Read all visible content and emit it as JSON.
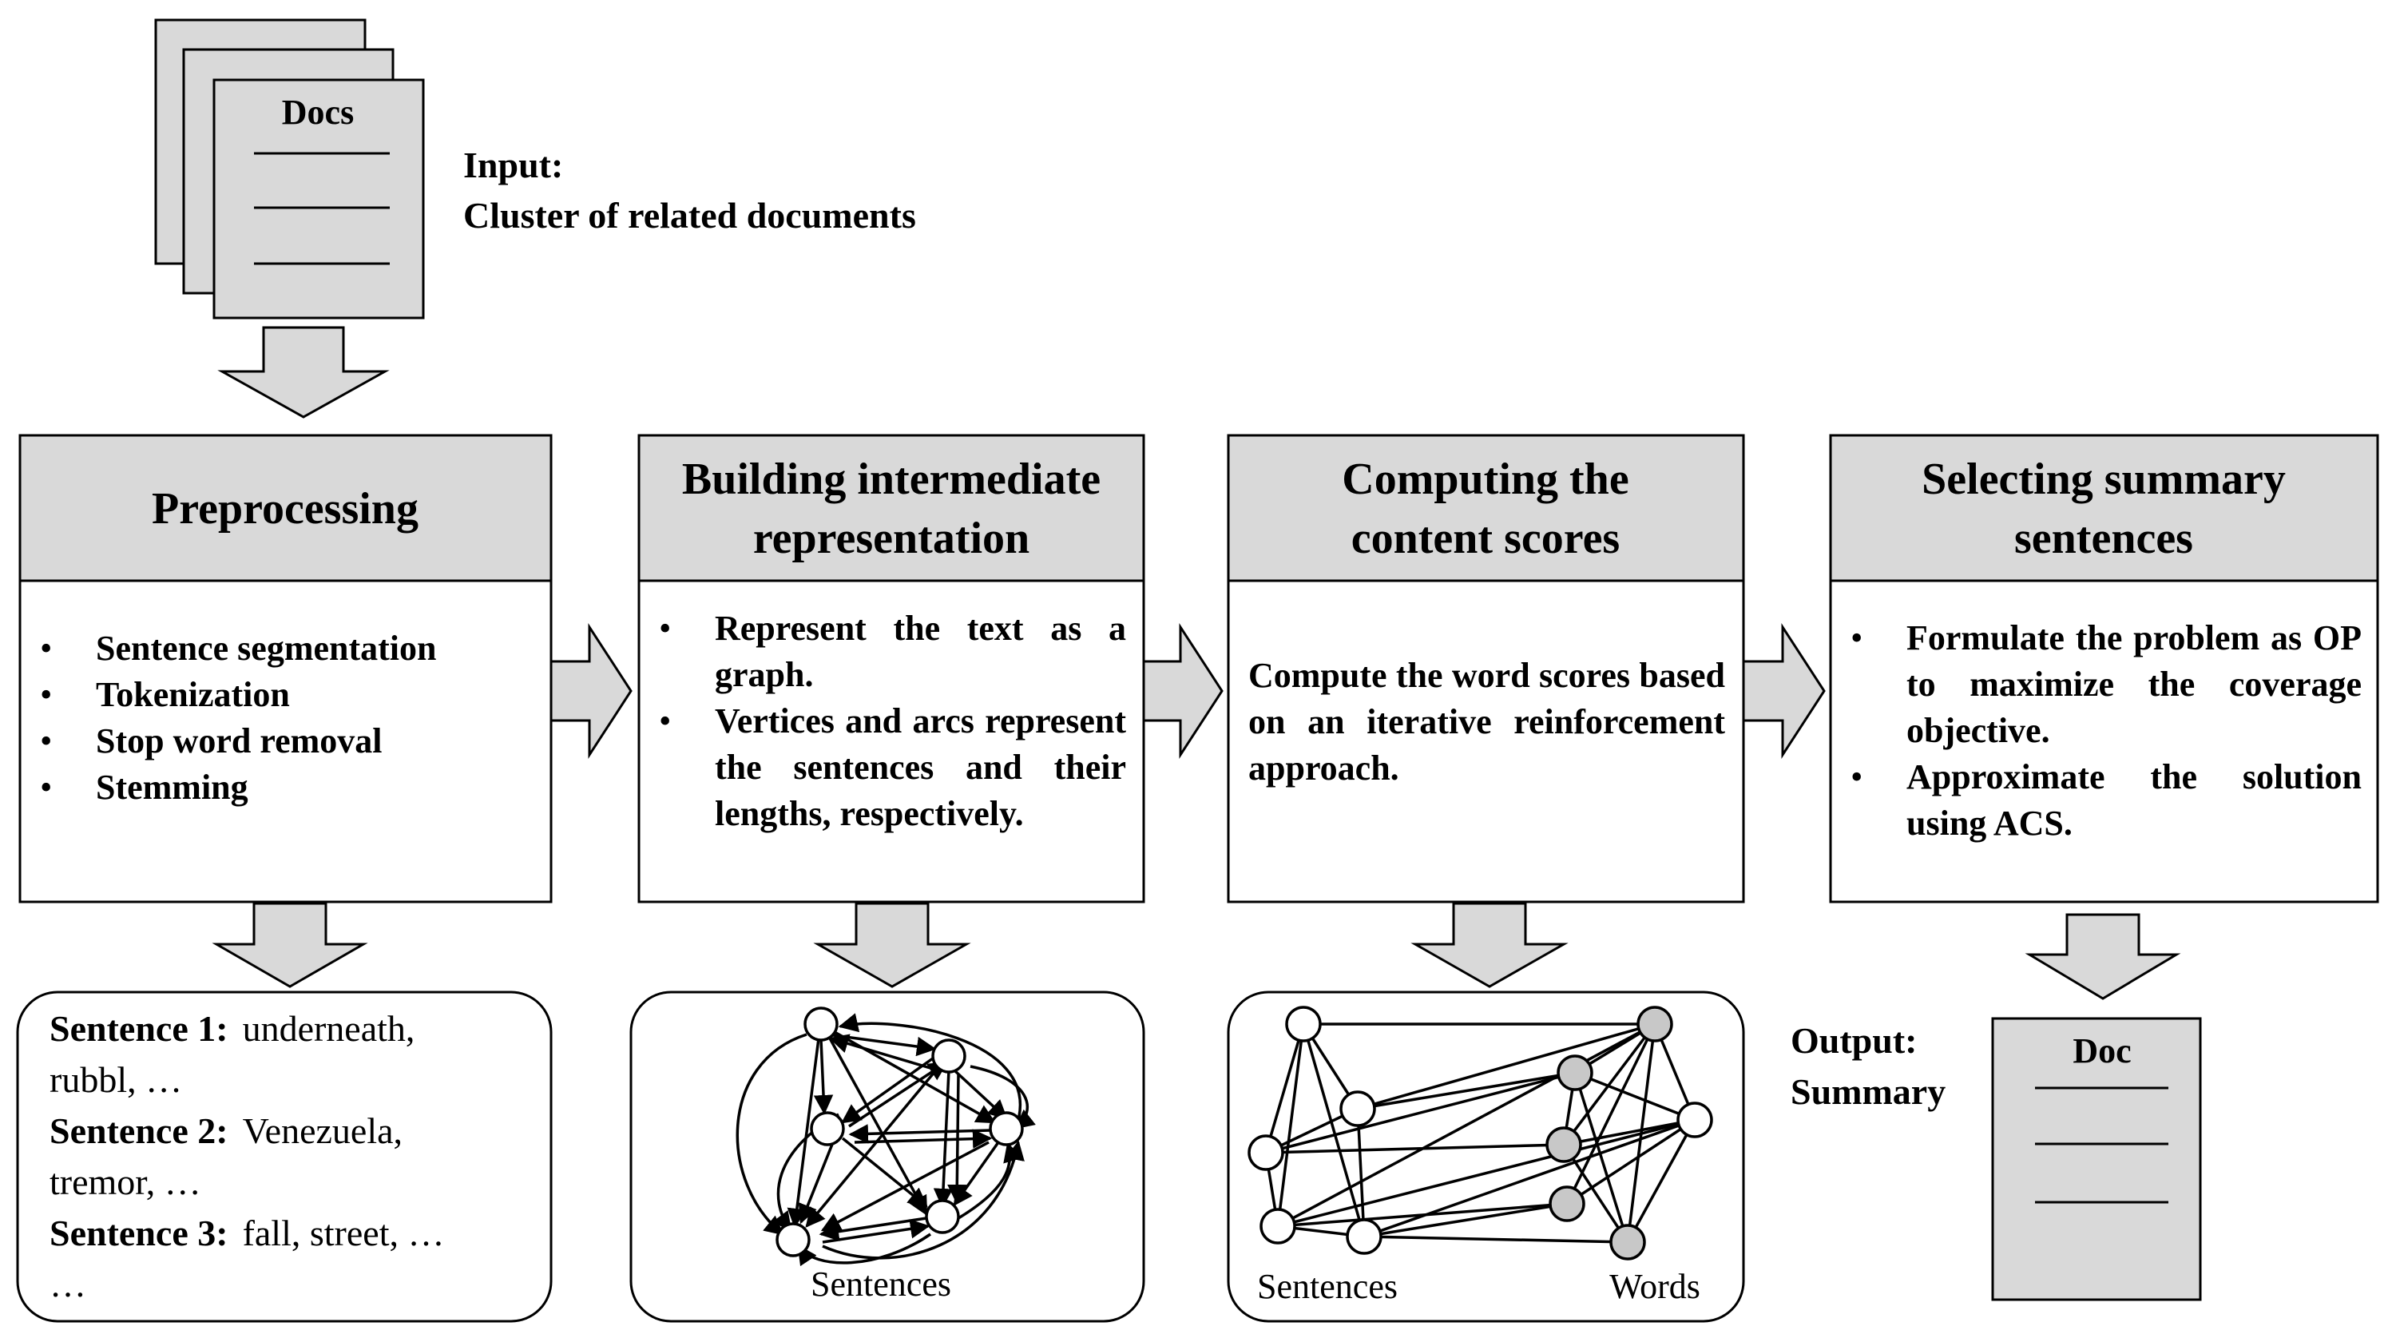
{
  "input": {
    "docs_label": "Docs",
    "heading": "Input:",
    "description": "Cluster of related documents"
  },
  "stages": [
    {
      "title_lines": [
        "Preprocessing"
      ],
      "bullets": [
        "Sentence segmentation",
        "Tokenization",
        "Stop word removal",
        "Stemming"
      ]
    },
    {
      "title_lines": [
        "Building intermediate",
        "representation"
      ],
      "bullets": [
        "Represent the text as a graph.",
        "Vertices and arcs represent the sentences and their lengths, respectively."
      ]
    },
    {
      "title_lines": [
        "Computing the",
        "content scores"
      ],
      "text": "Compute the word scores based on an iterative reinforcement approach."
    },
    {
      "title_lines": [
        "Selecting summary",
        "sentences"
      ],
      "bullets": [
        "Formulate the problem as OP to maximize the coverage objective.",
        "Approximate the solution using ACS."
      ]
    }
  ],
  "preprocess_output": [
    {
      "label": "Sentence 1:",
      "words": "underneath,",
      "cont": "rubbl, …"
    },
    {
      "label": "Sentence 2:",
      "words": "Venezuela,",
      "cont": "tremor, …"
    },
    {
      "label": "Sentence 3:",
      "words": "fall, street, …",
      "cont": "…"
    }
  ],
  "graph_labels": {
    "sentences": "Sentences",
    "words": "Words"
  },
  "output": {
    "heading": "Output:",
    "description": "Summary",
    "doc_label": "Doc"
  },
  "colors": {
    "header_fill": "#d9d9d9",
    "arrow_fill": "#d9d9d9",
    "word_node_fill": "#c8c8c8",
    "stroke": "#000000"
  }
}
